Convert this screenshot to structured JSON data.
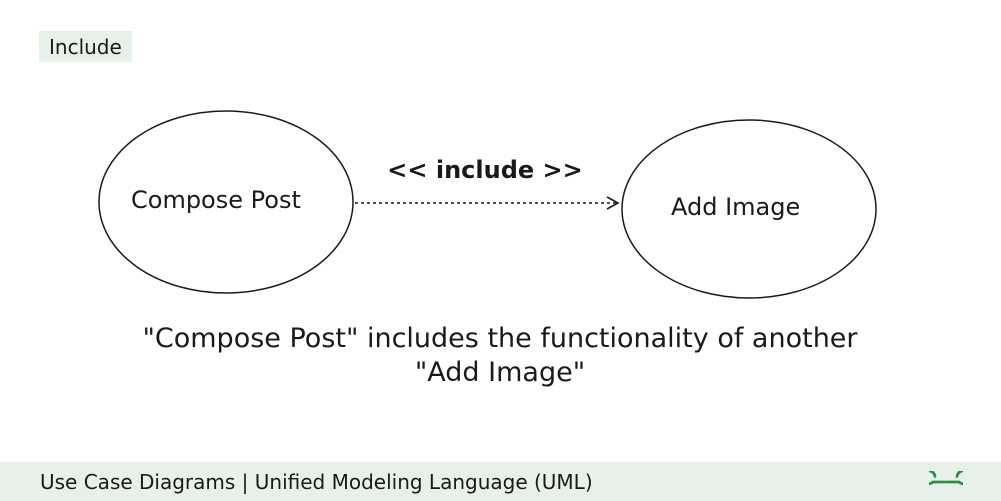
{
  "tag": {
    "label": "Include"
  },
  "diagram": {
    "use_cases": [
      {
        "label": "Compose Post"
      },
      {
        "label": "Add Image"
      }
    ],
    "relationship": {
      "label": "<< include >>",
      "style": "dashed-arrow"
    }
  },
  "caption": {
    "line1": "\"Compose Post\" includes the functionality of another",
    "line2": "\"Add Image\""
  },
  "footer": {
    "title": "Use Case Diagrams | Unified Modeling Language (UML)",
    "logo_icon": "geeksforgeeks-logo-icon",
    "brand_color": "#2f8d46",
    "band_color": "#e7f1e9"
  }
}
